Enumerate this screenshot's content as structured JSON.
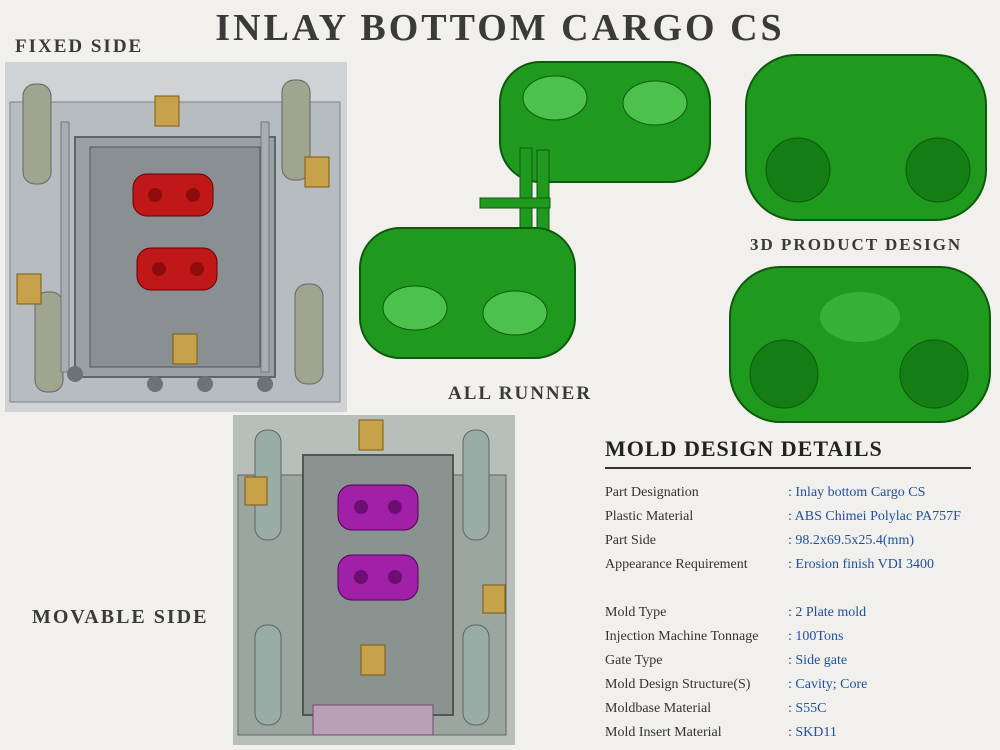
{
  "title": "INLAY BOTTOM CARGO CS",
  "labels": {
    "fixed_side": "FIXED SIDE",
    "all_runner": "ALL RUNNER",
    "product_design": "3D PRODUCT DESIGN",
    "movable_side": "MOVABLE SIDE"
  },
  "details": {
    "heading": "MOLD DESIGN DETAILS",
    "rows": [
      {
        "key": "Part Designation",
        "value": ": Inlay bottom Cargo CS"
      },
      {
        "key": "Plastic Material",
        "value": ": ABS Chimei Polylac PA757F"
      },
      {
        "key": "Part Side",
        "value": ": 98.2x69.5x25.4(mm)"
      },
      {
        "key": "Appearance Requirement",
        "value": ": Erosion finish VDI 3400"
      },
      {
        "key": "Mold Type",
        "value": ": 2 Plate mold"
      },
      {
        "key": "Injection Machine Tonnage",
        "value": ": 100Tons"
      },
      {
        "key": "Gate Type",
        "value": ": Side gate"
      },
      {
        "key": "Mold Design Structure(S)",
        "value": ": Cavity; Core"
      },
      {
        "key": "Moldbase Material",
        "value": ": S55C"
      },
      {
        "key": "Mold Insert Material",
        "value": ": SKD11"
      }
    ]
  },
  "colors": {
    "cavity_red": "#c01818",
    "core_magenta": "#a020a8",
    "part_green": "#1f9a1f",
    "mold_gray": "#8e9397",
    "value_blue": "#1f4fa0"
  }
}
